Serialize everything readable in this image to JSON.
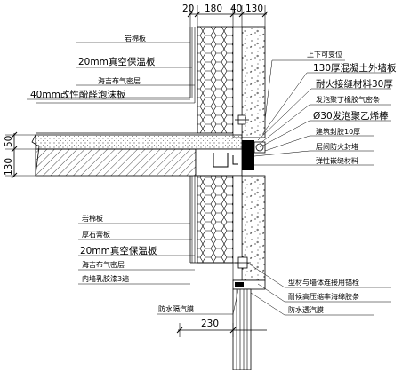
{
  "dimensions_top": [
    "20",
    "180",
    "40",
    "130"
  ],
  "dimensions_left": [
    "130",
    "50"
  ],
  "dimension_bottom": "230",
  "left_upper_labels": [
    "岩棉板",
    "20mm真空保温板",
    "海吉布气密层",
    "40mm改性酚醛泡沫板"
  ],
  "right_labels": [
    "上下可变位",
    "130厚混凝土外墙板",
    "耐火接缝材料30厚",
    "发泡聚丁橡胶气密条",
    "Ø30发泡聚乙烯棒",
    "建筑封胶10厚",
    "层间防火封堵",
    "弹性嵌缝材料"
  ],
  "left_lower_labels": [
    "岩棉板",
    "厚石膏板",
    "20mm真空保温板",
    "海吉布气密层",
    "内墙乳胶漆3遍"
  ],
  "bottom_left_label": "防水隔汽膜",
  "bottom_right_labels": [
    "型材与墙体连接用锚栓",
    "耐候高压缩率海绵胶条",
    "防水透汽膜"
  ]
}
